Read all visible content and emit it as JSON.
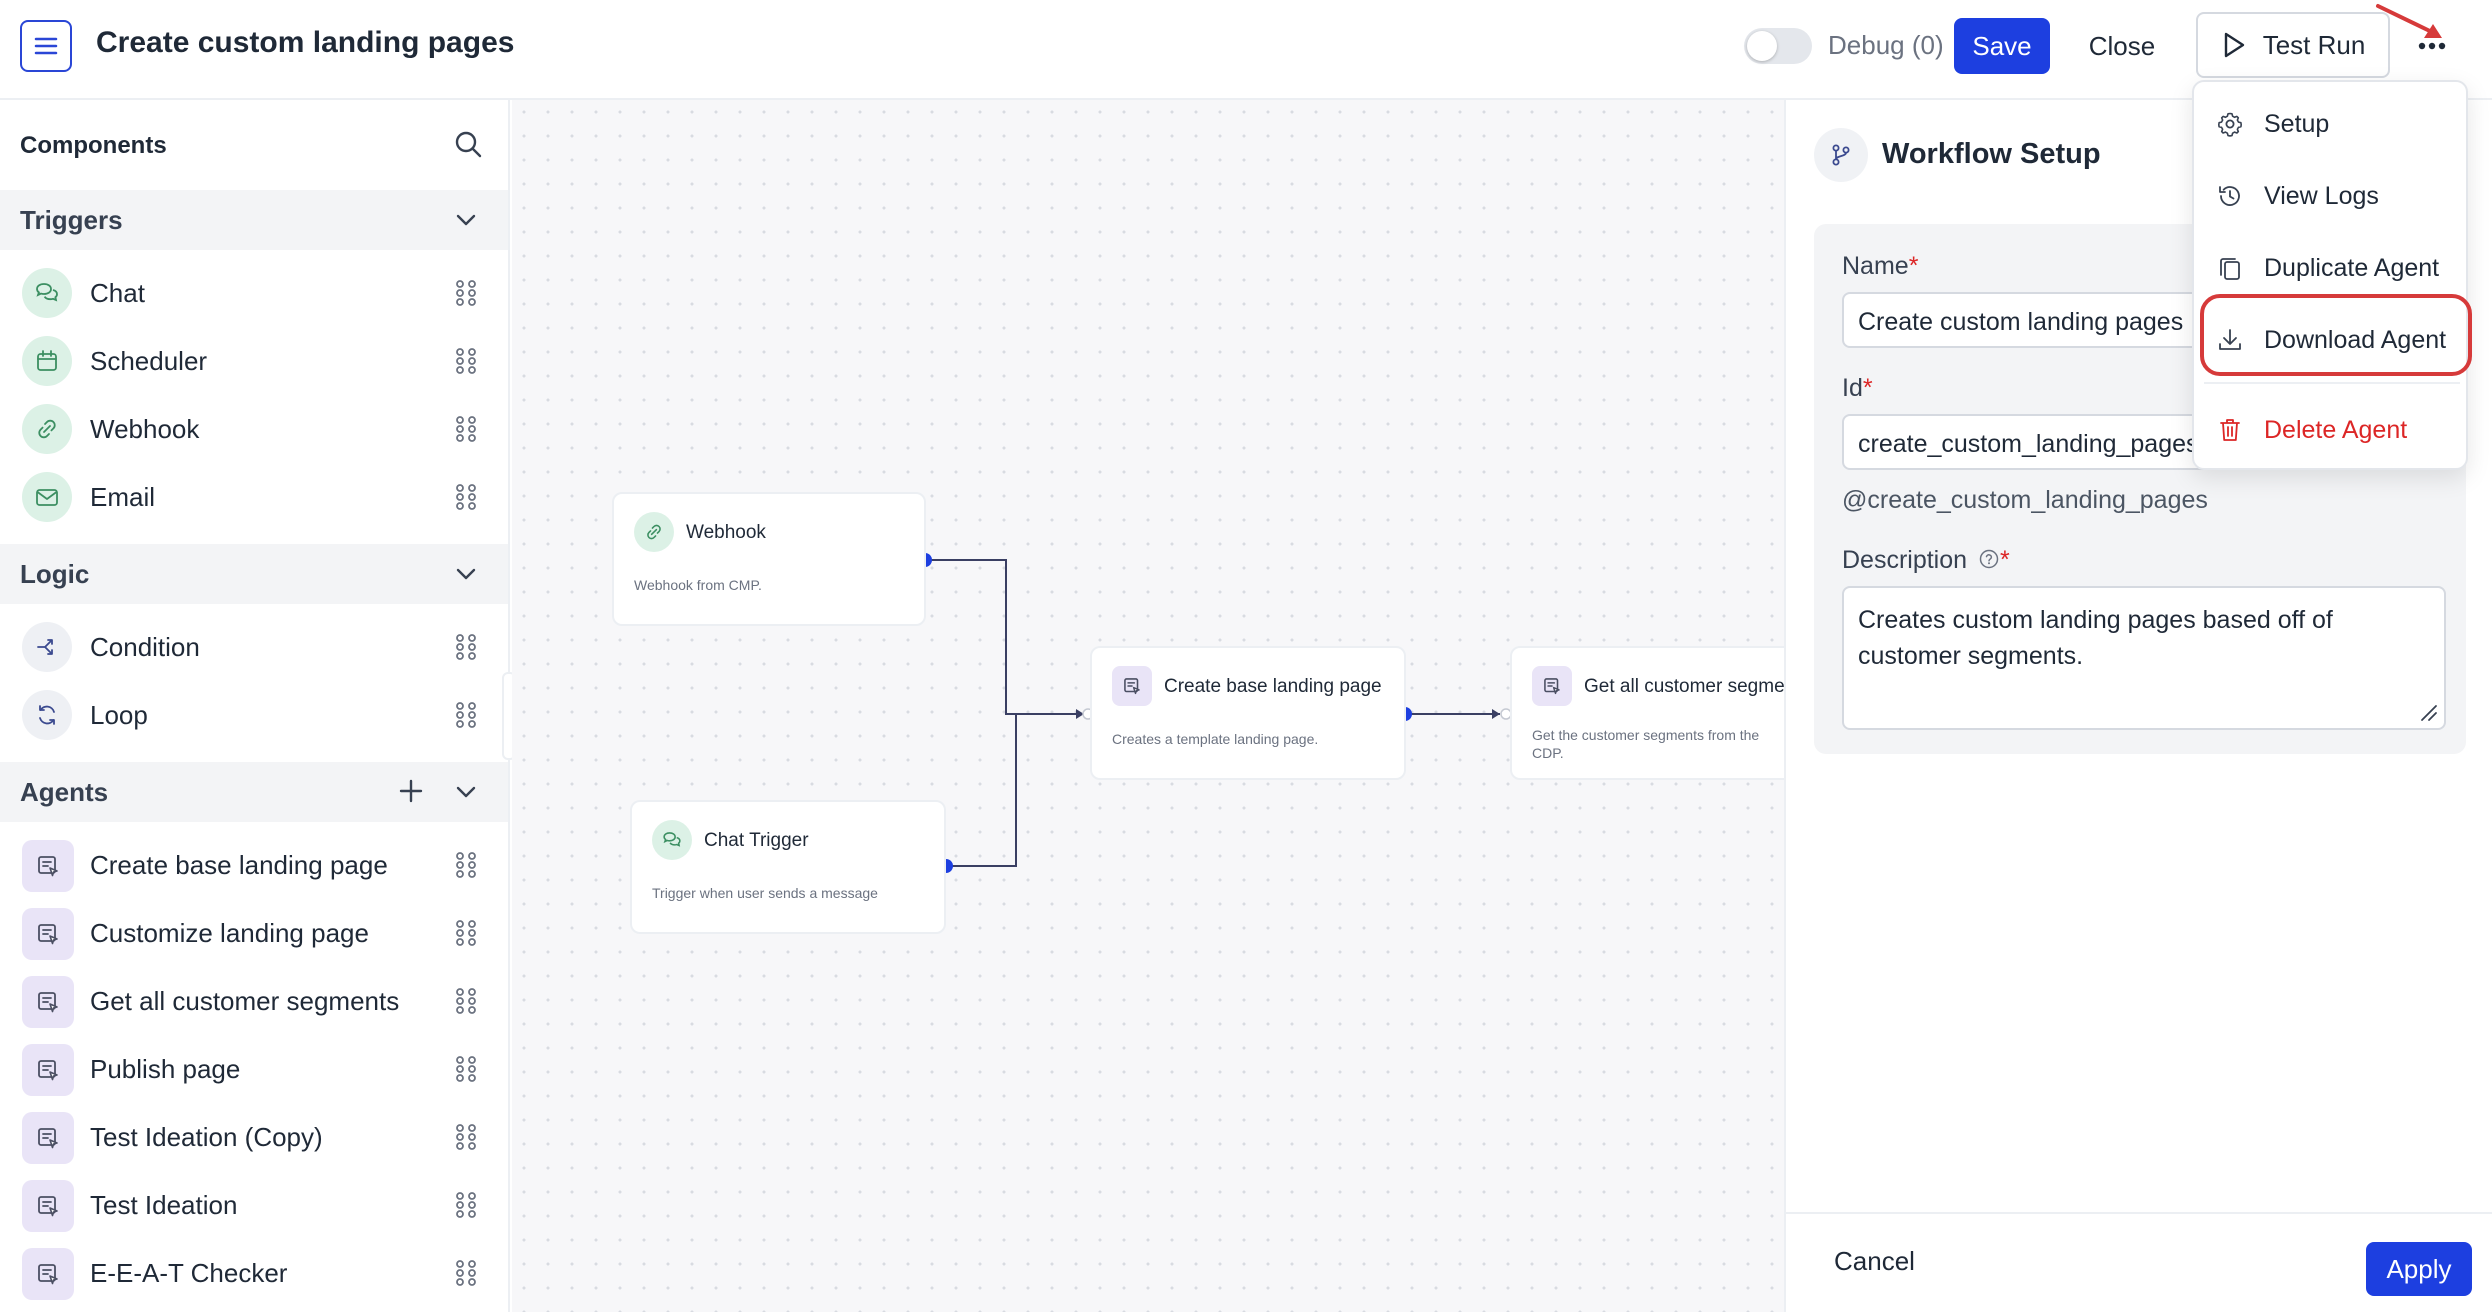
{
  "header": {
    "title": "Create custom landing pages",
    "debug_label": "Debug (0)",
    "save_label": "Save",
    "close_label": "Close",
    "test_run_label": "Test Run"
  },
  "sidebar": {
    "title": "Components",
    "sections": {
      "triggers": {
        "label": "Triggers",
        "items": [
          {
            "label": "Chat",
            "icon": "chat-icon"
          },
          {
            "label": "Scheduler",
            "icon": "calendar-icon"
          },
          {
            "label": "Webhook",
            "icon": "link-icon"
          },
          {
            "label": "Email",
            "icon": "mail-icon"
          }
        ]
      },
      "logic": {
        "label": "Logic",
        "items": [
          {
            "label": "Condition",
            "icon": "branch-icon"
          },
          {
            "label": "Loop",
            "icon": "loop-icon"
          }
        ]
      },
      "agents": {
        "label": "Agents",
        "items": [
          {
            "label": "Create base landing page"
          },
          {
            "label": "Customize landing page"
          },
          {
            "label": "Get all customer segments"
          },
          {
            "label": "Publish page"
          },
          {
            "label": "Test Ideation (Copy)"
          },
          {
            "label": "Test Ideation"
          },
          {
            "label": "E-E-A-T Checker"
          }
        ]
      }
    }
  },
  "canvas": {
    "nodes": {
      "webhook": {
        "title": "Webhook",
        "desc": "Webhook from CMP."
      },
      "chat_trigger": {
        "title": "Chat Trigger",
        "desc": "Trigger when user sends a message"
      },
      "create_base": {
        "title": "Create base landing page",
        "desc": "Creates a template landing page."
      },
      "get_segments": {
        "title": "Get all customer segme",
        "desc_line1": "Get the customer segments from the",
        "desc_line2": "CDP."
      }
    }
  },
  "panel": {
    "title": "Workflow Setup",
    "name_label": "Name",
    "name_value": "Create custom landing pages",
    "id_label": "Id",
    "id_value": "create_custom_landing_pages",
    "id_hint": "@create_custom_landing_pages",
    "description_label": "Description",
    "description_value": "Creates custom landing pages based off of customer segments.",
    "required_mark": "*",
    "cancel_label": "Cancel",
    "apply_label": "Apply"
  },
  "menu": {
    "items": [
      {
        "label": "Setup",
        "icon": "gear-icon"
      },
      {
        "label": "View Logs",
        "icon": "history-icon"
      },
      {
        "label": "Duplicate Agent",
        "icon": "copy-icon"
      },
      {
        "label": "Download Agent",
        "icon": "download-icon"
      },
      {
        "label": "Delete Agent",
        "icon": "trash-icon"
      }
    ]
  },
  "colors": {
    "primary": "#1d3fe0",
    "danger": "#dc2626",
    "annotation": "#d63a3a",
    "trigger_icon_bg": "#dcf1e6",
    "agent_icon_bg": "#e9e4f7"
  }
}
